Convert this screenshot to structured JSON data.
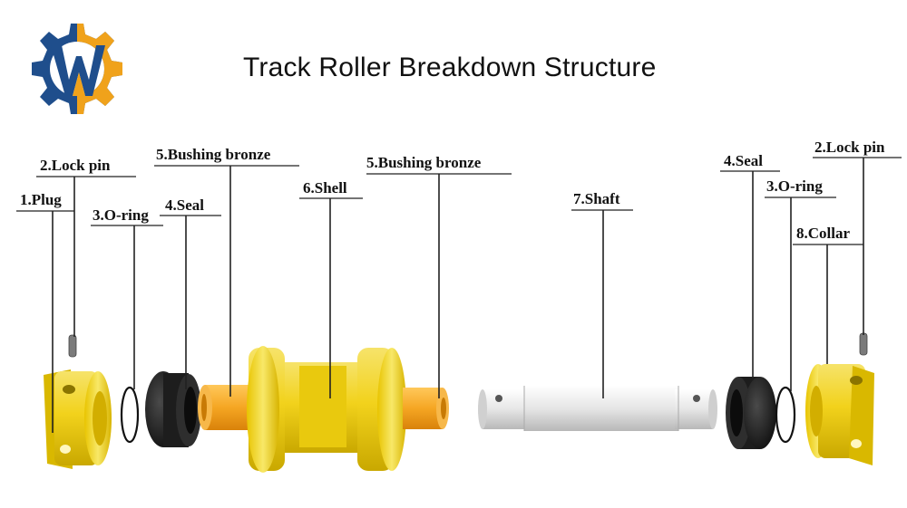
{
  "title": "Track Roller Breakdown Structure",
  "colors": {
    "logo_blue": "#1f4e8c",
    "logo_orange": "#f0a21b",
    "part_yellow": "#f2d21c",
    "bushing_orange": "#f5a623",
    "seal_black": "#1a1a1a",
    "shaft_gray": "#e6e6e6"
  },
  "labels": {
    "plug": "1.Plug",
    "lock_pin_left": "2.Lock pin",
    "oring_left": "3.O-ring",
    "seal_left": "4.Seal",
    "bushing_left": "5.Bushing bronze",
    "shell": "6.Shell",
    "bushing_right": "5.Bushing bronze",
    "shaft": "7.Shaft",
    "seal_right": "4.Seal",
    "oring_right": "3.O-ring",
    "collar": "8.Collar",
    "lock_pin_right": "2.Lock pin"
  }
}
